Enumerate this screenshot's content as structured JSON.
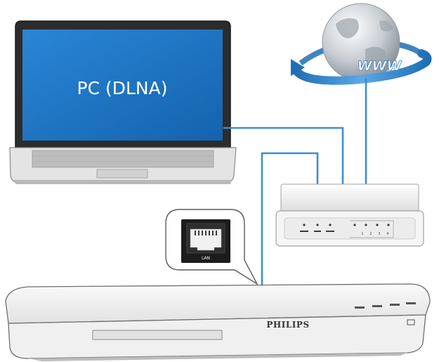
{
  "pc": {
    "screen_label": "PC (DLNA)"
  },
  "internet": {
    "label": "WWW"
  },
  "player": {
    "brand": "PHILIPS"
  },
  "lan_port": {
    "label": "LAN"
  },
  "router": {
    "port_labels": [
      "",
      "",
      "",
      "1",
      "2",
      "3",
      "4"
    ]
  },
  "colors": {
    "cable": "#3b8fd1",
    "screen": "#1b78c7",
    "globe": "#c3c9cf"
  },
  "icons": {
    "laptop": "laptop-icon",
    "globe": "globe-icon",
    "router": "router-icon",
    "ethernet_port": "ethernet-port-icon",
    "player": "blu-ray-player-icon"
  }
}
